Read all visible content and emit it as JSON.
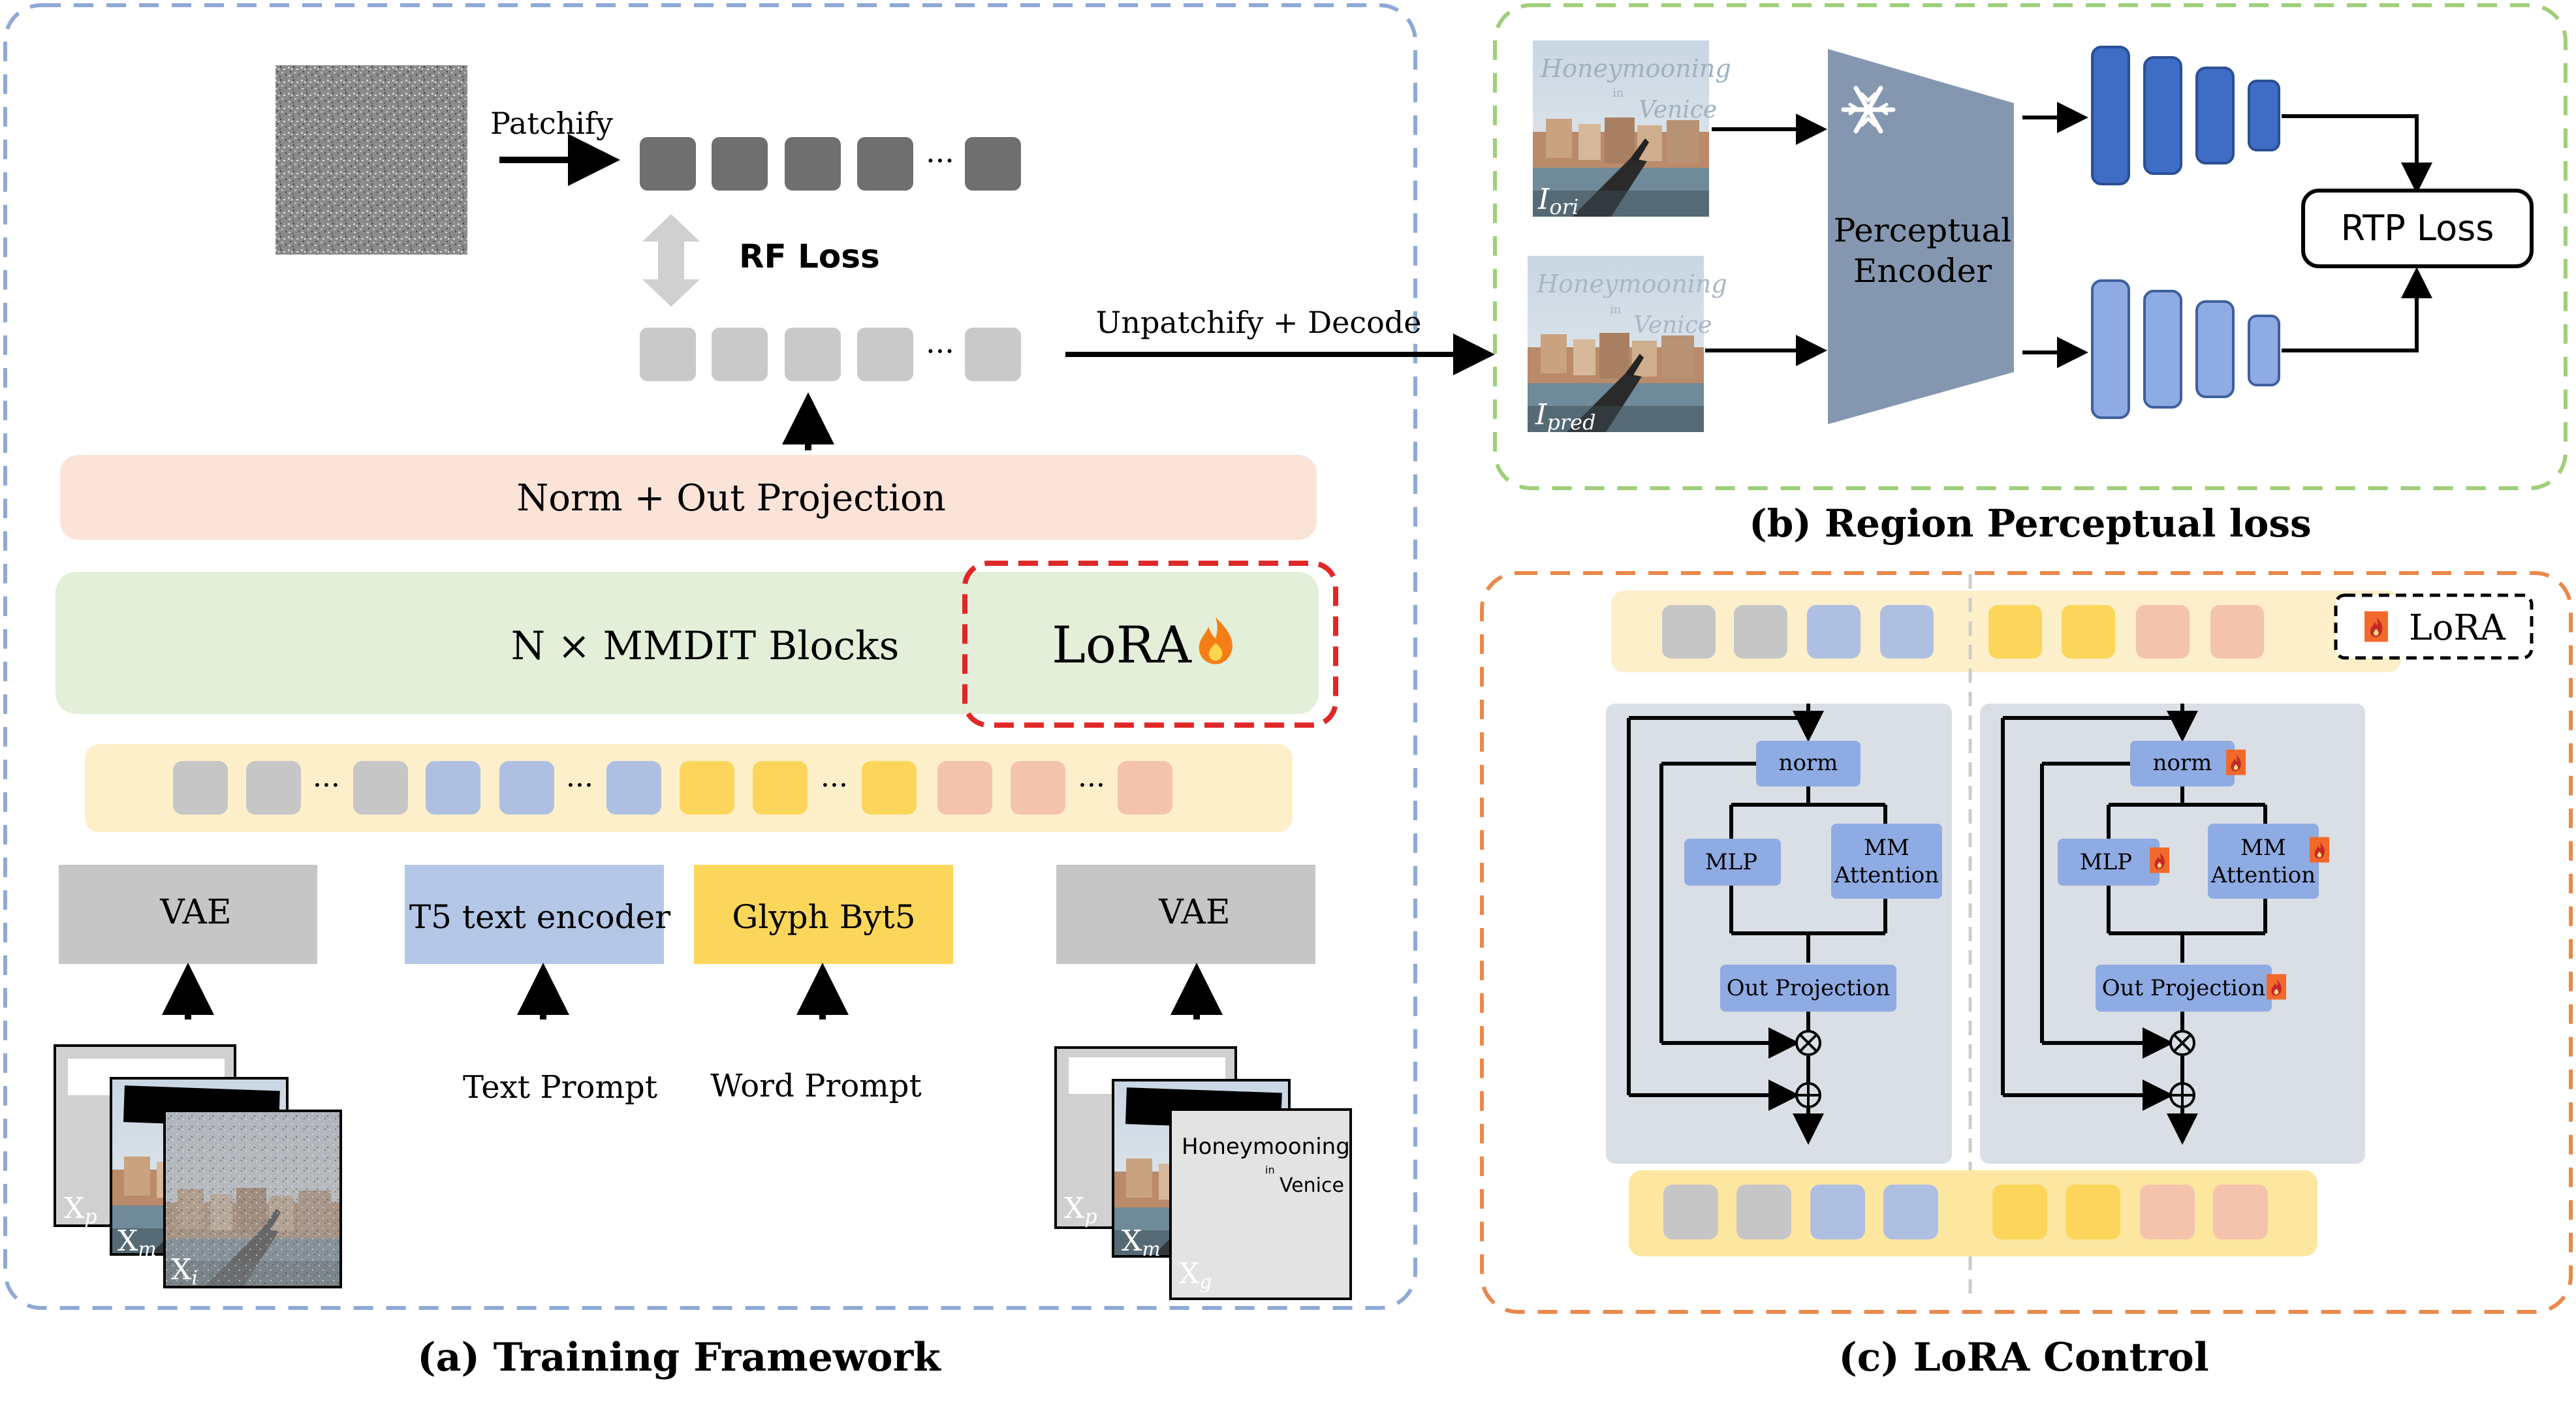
{
  "panel_a": {
    "caption": "(a) Training Framework",
    "patchify": "Patchify",
    "rf_loss": "RF Loss",
    "unpatchify": "Unpatchify + Decode",
    "norm_out": "Norm + Out Projection",
    "mmdit": "N × MMDIT Blocks",
    "lora": "LoRA",
    "vae_left": "VAE",
    "t5": "T5 text encoder",
    "glyph": "Glyph Byt5",
    "vae_right": "VAE",
    "text_prompt": "Text Prompt",
    "word_prompt": "Word  Prompt",
    "ellipsis": "···",
    "xp": "X",
    "xp_sub": "p",
    "xm": "X",
    "xm_sub": "m",
    "xi": "X",
    "xi_sub": "i",
    "xg": "X",
    "xg_sub": "g",
    "glyph_card_line1": "Honeymooning",
    "glyph_card_line2": "in",
    "glyph_card_line3": "Venice"
  },
  "panel_b": {
    "caption": "(b) Region Perceptual loss",
    "encoder": "Perceptual\nEncoder",
    "encoder_l1": "Perceptual",
    "encoder_l2": "Encoder",
    "rtp_loss": "RTP Loss",
    "img_title_1": "Honeymooning",
    "img_title_2": "in",
    "img_title_3": "Venice",
    "i_ori": "I",
    "i_ori_sub": "ori",
    "i_pred": "I",
    "i_pred_sub": "pred"
  },
  "panel_c": {
    "caption": "(c) LoRA Control",
    "legend": "LoRA",
    "norm": "norm",
    "mlp": "MLP",
    "mm_l1": "MM",
    "mm_l2": "Attention",
    "out_proj": "Out Projection",
    "mul": "⊗",
    "add": "⊕"
  },
  "colors": {
    "panel_a_border": "#8fa9d6",
    "panel_b_border": "#9fcf7a",
    "panel_c_border": "#e9894b",
    "gray_token": "#c6c6c6",
    "dark_token": "#6f6f6f",
    "blue_token": "#aebfe2",
    "yellow_token": "#fcd65a",
    "salmon_token": "#f4c3ad",
    "token_strip": "#fdefc9",
    "norm_out_fill": "#fbe3d8",
    "mmdit_fill": "#e3efd9",
    "lora_border": "#e02828",
    "vae_fill": "#c6c6c6",
    "t5_fill": "#b4c7e7",
    "glyph_fill": "#fcd65a",
    "encoder_fill": "#8597b0",
    "fm_dark": "#3f6cc4",
    "fm_light": "#8fabe3",
    "block_bg": "#dadfe6",
    "module_fill": "#8fabe3"
  }
}
